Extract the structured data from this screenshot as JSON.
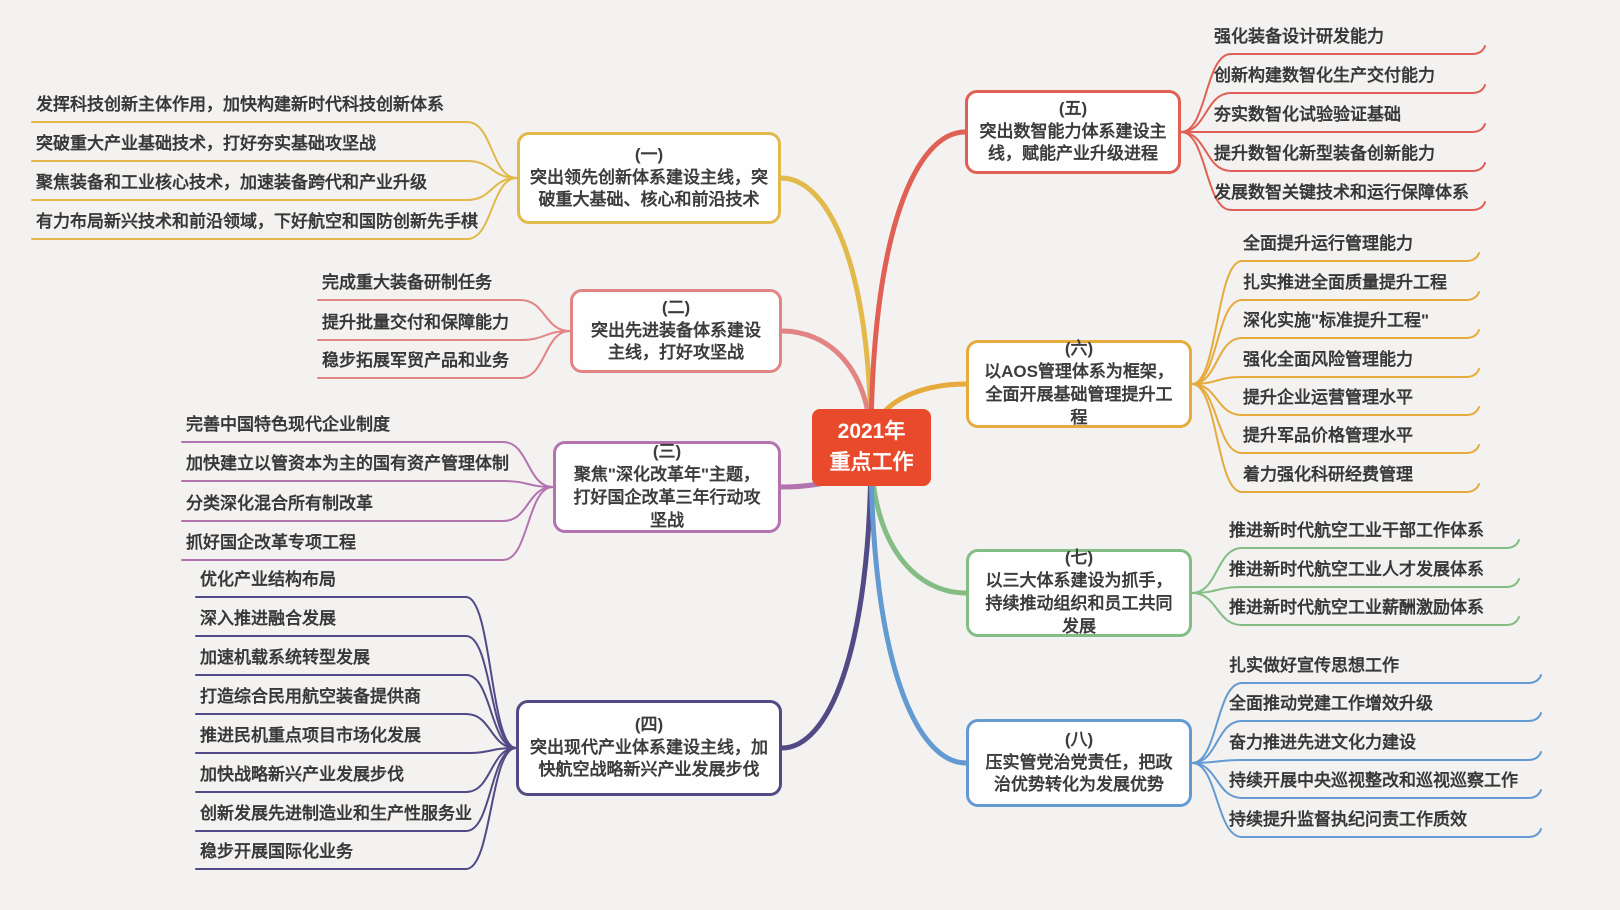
{
  "title": {
    "line1": "2021年",
    "line2": "重点工作"
  },
  "colors": {
    "background": "#f3f2f0",
    "center": "#e84a2b",
    "text": "#3c3c3c"
  },
  "branches": [
    {
      "num": "(一)",
      "label": "突出领先创新体系建设主线，突破重大基础、核心和前沿技术",
      "color": "#e2b94b",
      "children": [
        "发挥科技创新主体作用，加快构建新时代科技创新体系",
        "突破重大产业基础技术，打好夯实基础攻坚战",
        "聚焦装备和工业核心技术，加速装备跨代和产业升级",
        "有力布局新兴技术和前沿领域，下好航空和国防创新先手棋"
      ]
    },
    {
      "num": "(二)",
      "label": "突出先进装备体系建设主线，打好攻坚战",
      "color": "#e28484",
      "children": [
        "完成重大装备研制任务",
        "提升批量交付和保障能力",
        "稳步拓展军贸产品和业务"
      ]
    },
    {
      "num": "(三)",
      "label": "聚焦\"深化改革年\"主题，打好国企改革三年行动攻坚战",
      "color": "#b273ae",
      "children": [
        "完善中国特色现代企业制度",
        "加快建立以管资本为主的国有资产管理体制",
        "分类深化混合所有制改革",
        "抓好国企改革专项工程"
      ]
    },
    {
      "num": "(四)",
      "label": "突出现代产业体系建设主线，加快航空战略新兴产业发展步伐",
      "color": "#514a85",
      "children": [
        "优化产业结构布局",
        "深入推进融合发展",
        "加速机载系统转型发展",
        "打造综合民用航空装备提供商",
        "推进民机重点项目市场化发展",
        "加快战略新兴产业发展步伐",
        "创新发展先进制造业和生产性服务业",
        "稳步开展国际化业务"
      ]
    },
    {
      "num": "(五)",
      "label": "突出数智能力体系建设主线，赋能产业升级进程",
      "color": "#e06055",
      "children": [
        "强化装备设计研发能力",
        "创新构建数智化生产交付能力",
        "夯实数智化试验验证基础",
        "提升数智化新型装备创新能力",
        "发展数智关键技术和运行保障体系"
      ]
    },
    {
      "num": "(六)",
      "label": "以AOS管理体系为框架，全面开展基础管理提升工程",
      "color": "#e6ab3c",
      "children": [
        "全面提升运行管理能力",
        "扎实推进全面质量提升工程",
        "深化实施\"标准提升工程\"",
        "强化全面风险管理能力",
        "提升企业运营管理水平",
        "提升军品价格管理水平",
        "着力强化科研经费管理"
      ]
    },
    {
      "num": "(七)",
      "label": "以三大体系建设为抓手，持续推动组织和员工共同发展",
      "color": "#84bd84",
      "children": [
        "推进新时代航空工业干部工作体系",
        "推进新时代航空工业人才发展体系",
        "推进新时代航空工业薪酬激励体系"
      ]
    },
    {
      "num": "(八)",
      "label": "压实管党治党责任，把政治优势转化为发展优势",
      "color": "#649ad2",
      "children": [
        "扎实做好宣传思想工作",
        "全面推动党建工作增效升级",
        "奋力推进先进文化力建设",
        "持续开展中央巡视整改和巡视巡察工作",
        "持续提升监督执纪问责工作质效"
      ]
    }
  ]
}
